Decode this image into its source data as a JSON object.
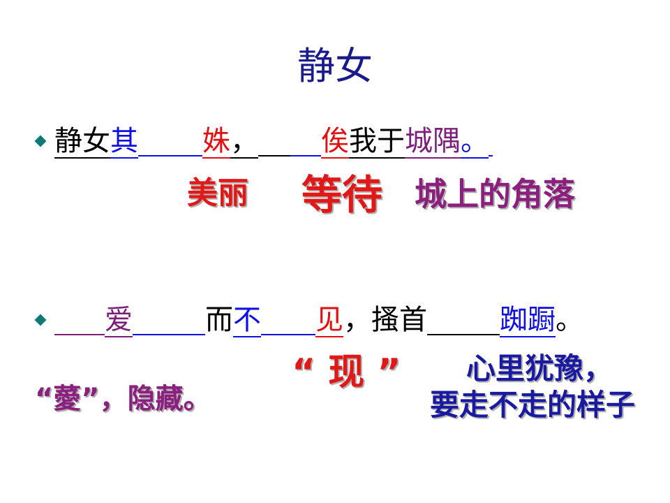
{
  "title": "静女",
  "line1": {
    "t1": "静女",
    "t2": "其",
    "t3": "姝",
    "t4": "，",
    "t5": "俟",
    "t6": "我于",
    "t7": "城隅",
    "t8": "。"
  },
  "line1_notes": {
    "shu": "美丽",
    "si": "等待",
    "chengyu": "城上的角落"
  },
  "line2": {
    "t1": "爱",
    "t2": "而",
    "t3": "不",
    "t4": "见",
    "t5": "，搔首",
    "t6": "踟蹰",
    "t7": "。"
  },
  "line2_notes": {
    "ai": "“薆”，隐藏。",
    "xian": "“ 现 ”",
    "chichu_1": "心里犹豫，",
    "chichu_2": "要走不走的样子"
  },
  "colors": {
    "title": "#1a1a8c",
    "bullet": "#0e7a75",
    "blue": "#1010e0",
    "red": "#e01010",
    "purple": "#7b1f7b"
  }
}
